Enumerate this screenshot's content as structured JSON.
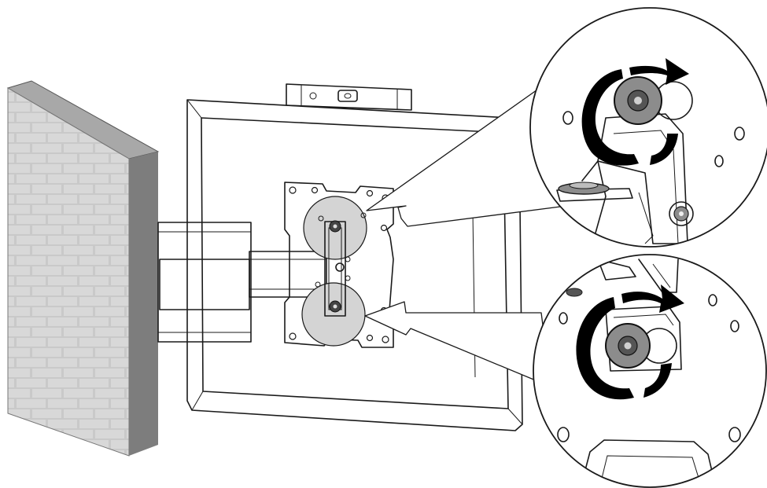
{
  "figure": {
    "kind": "tilt tension adjustment illustration",
    "colors": {
      "line": "#1a1a1a",
      "wall_face": "#c9c9c9",
      "wall_brick_light": "#d8d8d8",
      "wall_side": "#7d7d7d",
      "wall_top": "#a8a8a8",
      "detail_bg": "#d4d4d4",
      "knob": "#8c8c8c",
      "rotation_arrow": "#000000"
    },
    "icons": [
      "brick-wall",
      "articulating-arm",
      "tv-back-panel",
      "bubble-level",
      "vesa-mount-plate",
      "zoom-callout-upper",
      "zoom-callout-lower",
      "rotate-clockwise-icon"
    ],
    "callouts": {
      "count": 2,
      "action": "tighten-clockwise"
    }
  }
}
